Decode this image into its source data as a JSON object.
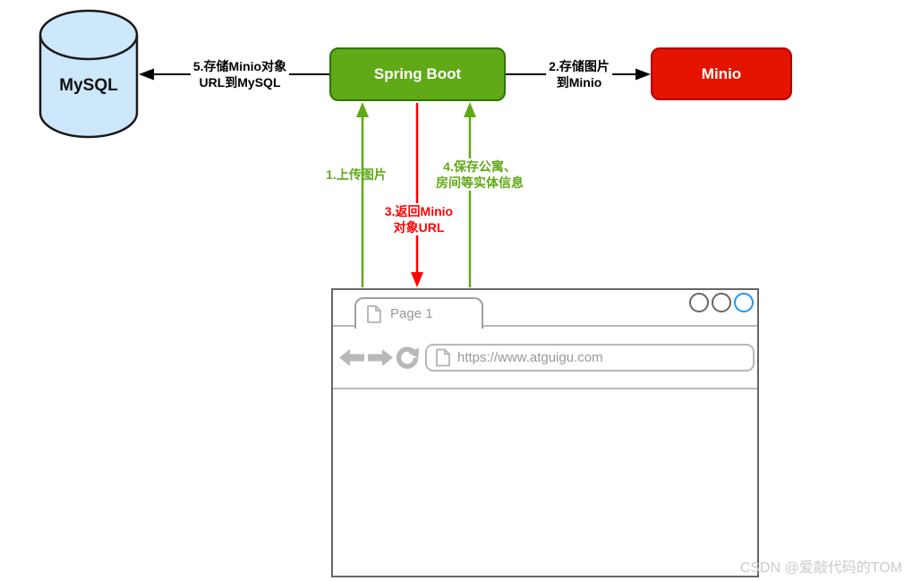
{
  "diagram": {
    "nodes": {
      "mysql": {
        "label": "MySQL"
      },
      "spring_boot": {
        "label": "Spring Boot"
      },
      "minio": {
        "label": "Minio"
      }
    },
    "edges": [
      {
        "name": "store-url-to-mysql",
        "lines": [
          "5.存储Minio对象",
          "URL到MySQL"
        ]
      },
      {
        "name": "store-image-to-minio",
        "lines": [
          "2.存储图片",
          "到Minio"
        ]
      },
      {
        "name": "upload-image",
        "lines": [
          "1.上传图片"
        ]
      },
      {
        "name": "return-minio-url",
        "lines": [
          "3.返回Minio",
          "对象URL"
        ]
      },
      {
        "name": "save-entities",
        "lines": [
          "4.保存公寓、",
          "房间等实体信息"
        ]
      }
    ],
    "colors": {
      "green": "#60a917",
      "green_border": "#2d7600",
      "minio_red": "#e51400",
      "minio_red_border": "#b20000",
      "arrow_red": "#ff0000",
      "mysql_fill": "#cde7fb",
      "black": "#000000",
      "browser_chrome_gray": "#666666",
      "browser_accent_blue": "#2196f3"
    }
  },
  "browser": {
    "tab_title": "Page 1",
    "url": "https://www.atguigu.com"
  },
  "watermark": "CSDN @爱敲代码的TOM"
}
